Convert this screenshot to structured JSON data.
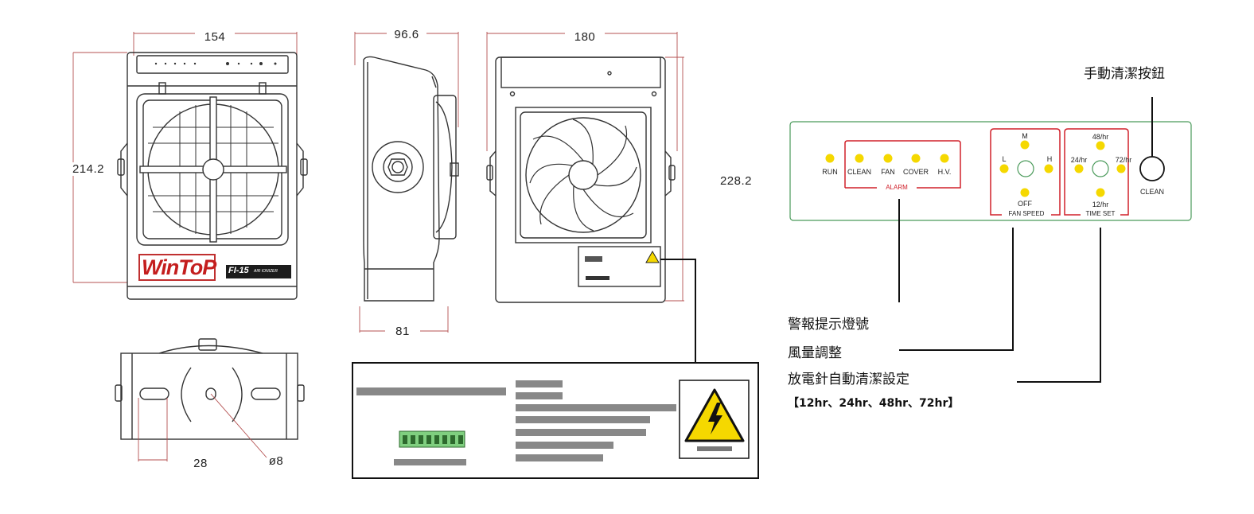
{
  "dimensions": {
    "front_width": "154",
    "front_height": "214.2",
    "side_width": "96.6",
    "side_base": "81",
    "back_width": "180",
    "back_height": "228.2",
    "bottom_offset": "28",
    "hole_diameter": "ø8"
  },
  "front_view": {
    "brand": "WinToP",
    "model": "FI-15",
    "model_subtitle": "AIR IONIZER"
  },
  "panel": {
    "run_label": "RUN",
    "alarm_items": [
      "CLEAN",
      "FAN",
      "COVER",
      "H.V."
    ],
    "alarm_group": "ALARM",
    "fan_speed": {
      "top": "M",
      "left": "L",
      "right": "H",
      "bottom": "OFF",
      "group": "FAN SPEED"
    },
    "time_set": {
      "top": "48/hr",
      "left": "24/hr",
      "right": "72/hr",
      "bottom": "12/hr",
      "group": "TIME SET"
    },
    "clean_button_label": "CLEAN",
    "led_color": "#f5d800",
    "group_border_color": "#d0202a",
    "panel_border_color": "#4a9a5a"
  },
  "annotations": {
    "manual_clean_button": "手動清潔按鈕",
    "alarm_indicator": "警報提示燈號",
    "fan_adjust": "風量調整",
    "auto_clean_setting": "放電針自動清潔設定",
    "auto_clean_options": "【12hr、24hr、48hr、72hr】"
  }
}
